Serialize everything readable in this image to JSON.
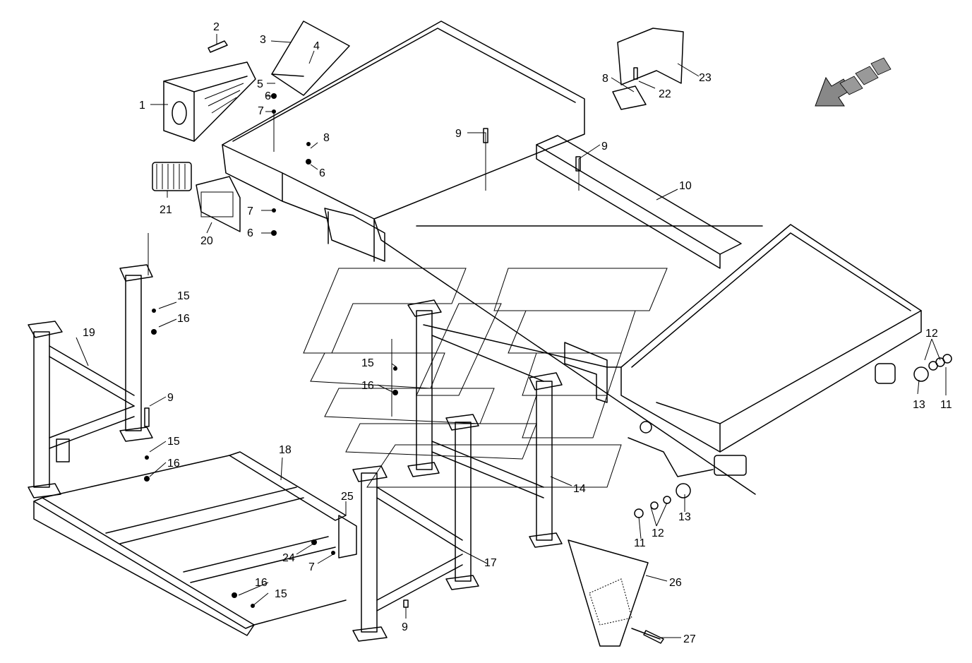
{
  "diagram": {
    "callouts": [
      {
        "id": "1",
        "label": "1"
      },
      {
        "id": "2",
        "label": "2"
      },
      {
        "id": "3",
        "label": "3"
      },
      {
        "id": "4",
        "label": "4"
      },
      {
        "id": "5",
        "label": "5"
      },
      {
        "id": "6a",
        "label": "6"
      },
      {
        "id": "6b",
        "label": "6"
      },
      {
        "id": "6c",
        "label": "6"
      },
      {
        "id": "7a",
        "label": "7"
      },
      {
        "id": "7b",
        "label": "7"
      },
      {
        "id": "7c",
        "label": "7"
      },
      {
        "id": "8a",
        "label": "8"
      },
      {
        "id": "8b",
        "label": "8"
      },
      {
        "id": "9a",
        "label": "9"
      },
      {
        "id": "9b",
        "label": "9"
      },
      {
        "id": "9c",
        "label": "9"
      },
      {
        "id": "9d",
        "label": "9"
      },
      {
        "id": "10",
        "label": "10"
      },
      {
        "id": "11a",
        "label": "11"
      },
      {
        "id": "11b",
        "label": "11"
      },
      {
        "id": "12a",
        "label": "12"
      },
      {
        "id": "12b",
        "label": "12"
      },
      {
        "id": "13a",
        "label": "13"
      },
      {
        "id": "13b",
        "label": "13"
      },
      {
        "id": "14",
        "label": "14"
      },
      {
        "id": "15a",
        "label": "15"
      },
      {
        "id": "15b",
        "label": "15"
      },
      {
        "id": "15c",
        "label": "15"
      },
      {
        "id": "15d",
        "label": "15"
      },
      {
        "id": "16a",
        "label": "16"
      },
      {
        "id": "16b",
        "label": "16"
      },
      {
        "id": "16c",
        "label": "16"
      },
      {
        "id": "16d",
        "label": "16"
      },
      {
        "id": "17",
        "label": "17"
      },
      {
        "id": "18",
        "label": "18"
      },
      {
        "id": "19",
        "label": "19"
      },
      {
        "id": "20",
        "label": "20"
      },
      {
        "id": "21",
        "label": "21"
      },
      {
        "id": "22",
        "label": "22"
      },
      {
        "id": "23",
        "label": "23"
      },
      {
        "id": "24",
        "label": "24"
      },
      {
        "id": "25",
        "label": "25"
      },
      {
        "id": "26",
        "label": "26"
      },
      {
        "id": "27",
        "label": "27"
      }
    ]
  }
}
